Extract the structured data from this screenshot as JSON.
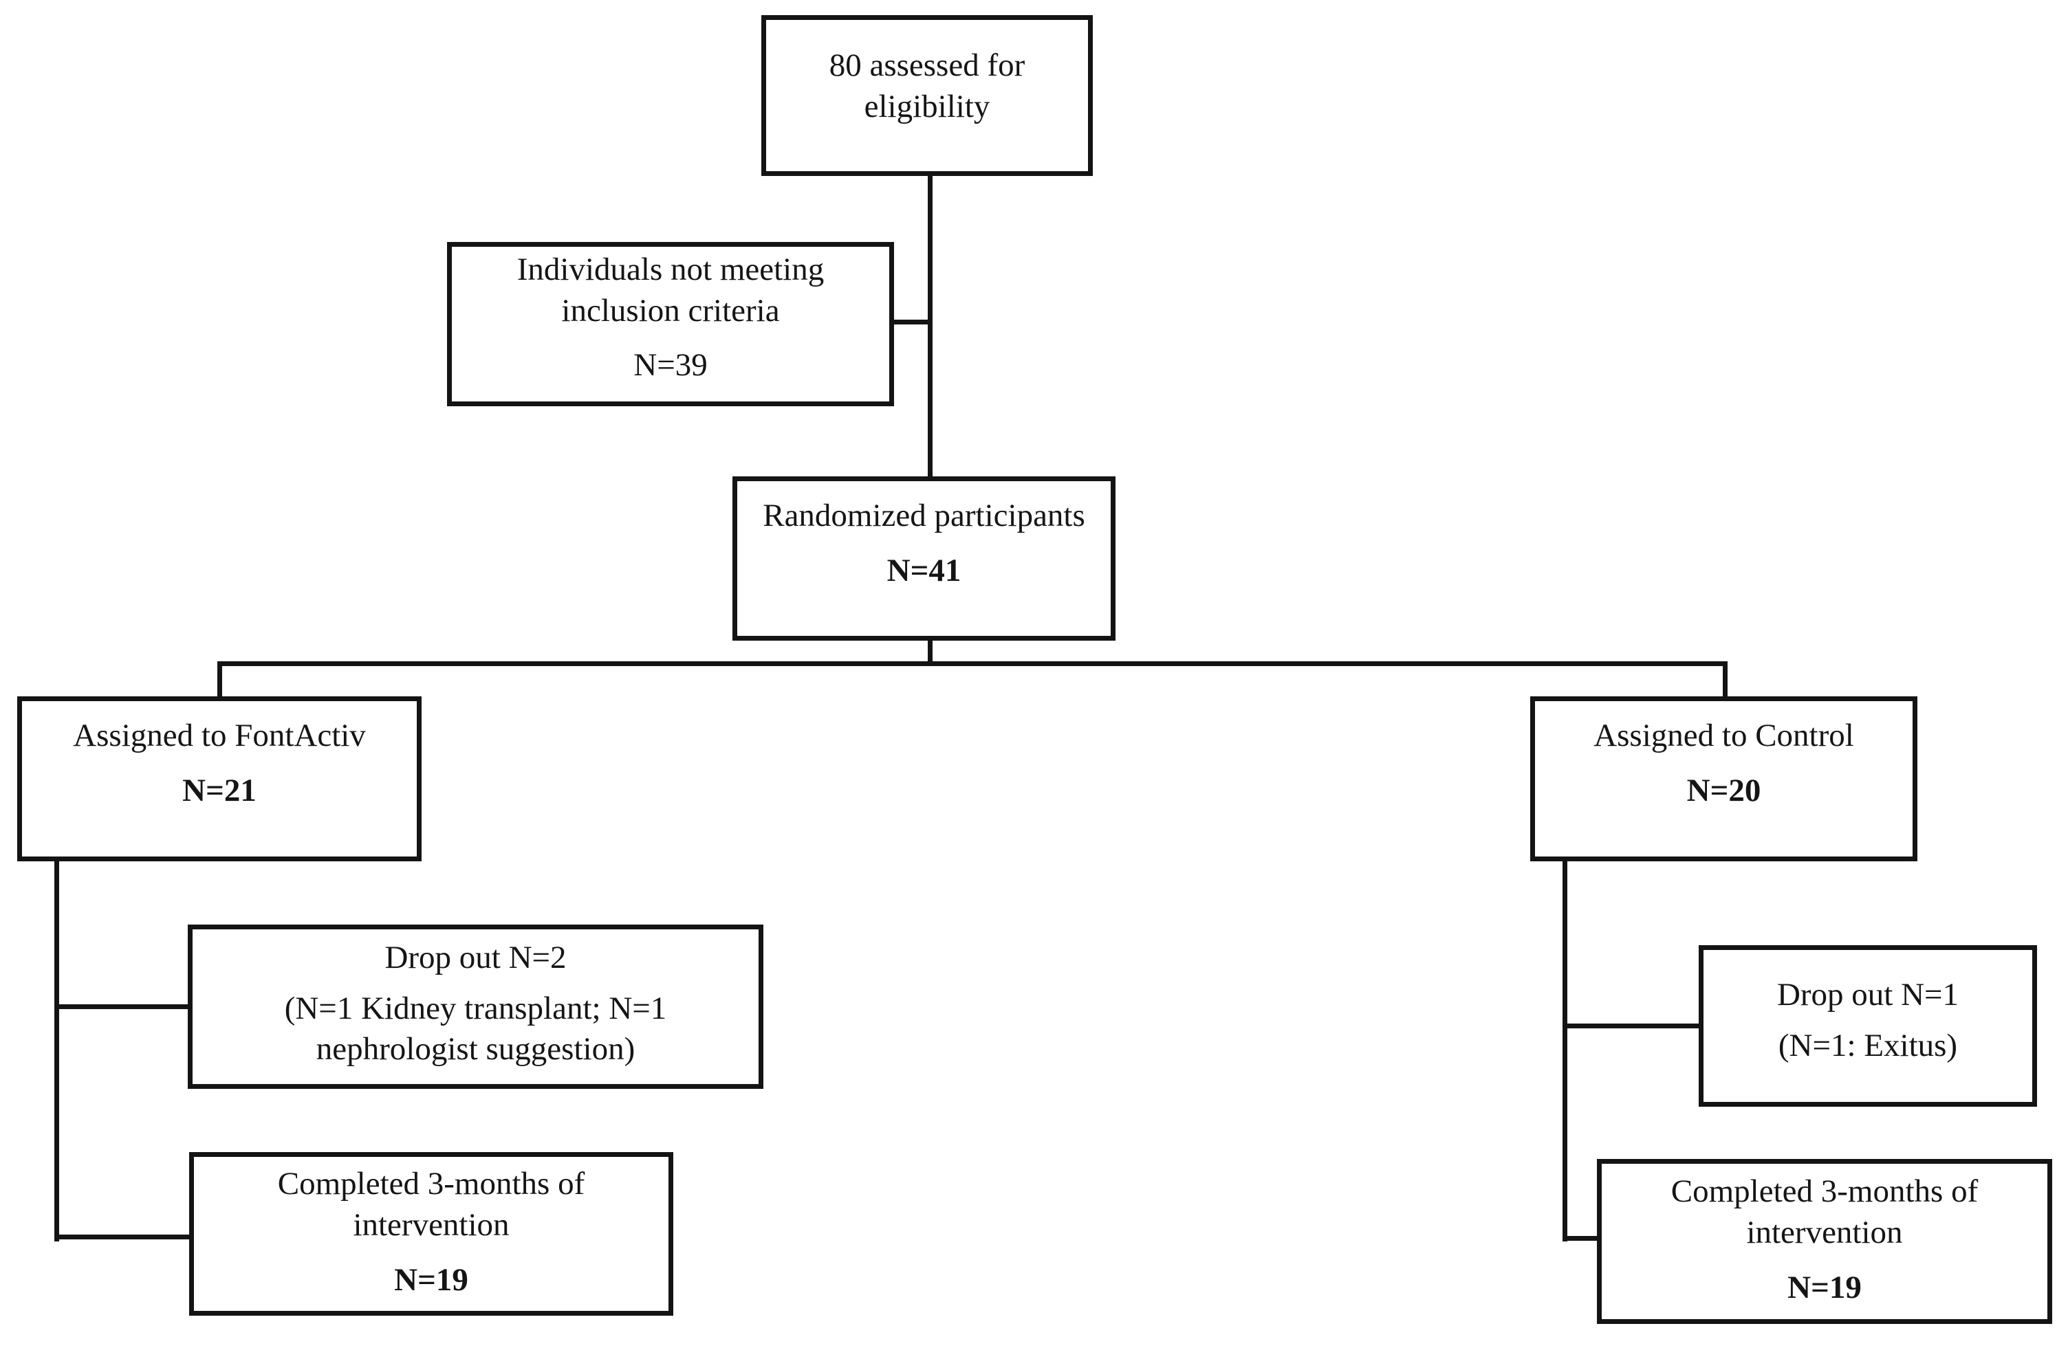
{
  "diagram": {
    "type": "participant-flow-diagram",
    "colors": {
      "line": "#141414",
      "text": "#151515",
      "background": "#ffffff"
    },
    "boxes": {
      "assessed": {
        "lines": [
          "80 assessed for",
          "eligibility"
        ]
      },
      "not_meeting": {
        "lines": [
          "Individuals not meeting",
          "inclusion criteria"
        ],
        "n": "N=39"
      },
      "randomized": {
        "label": "Randomized participants",
        "n": "N=41"
      },
      "fontactiv": {
        "label": "Assigned to FontActiv",
        "n": "N=21"
      },
      "control": {
        "label": "Assigned to Control",
        "n": "N=20"
      },
      "dropout_fontactiv": {
        "label": "Drop out N=2",
        "detail_lines": [
          "(N=1 Kidney transplant; N=1",
          "nephrologist suggestion)"
        ]
      },
      "completed_fontactiv": {
        "lines": [
          "Completed 3-months of",
          "intervention"
        ],
        "n": "N=19"
      },
      "dropout_control": {
        "label": "Drop out N=1",
        "detail_lines": [
          "(N=1: Exitus)"
        ]
      },
      "completed_control": {
        "lines": [
          "Completed 3-months of",
          "intervention"
        ],
        "n": "N=19"
      }
    }
  }
}
